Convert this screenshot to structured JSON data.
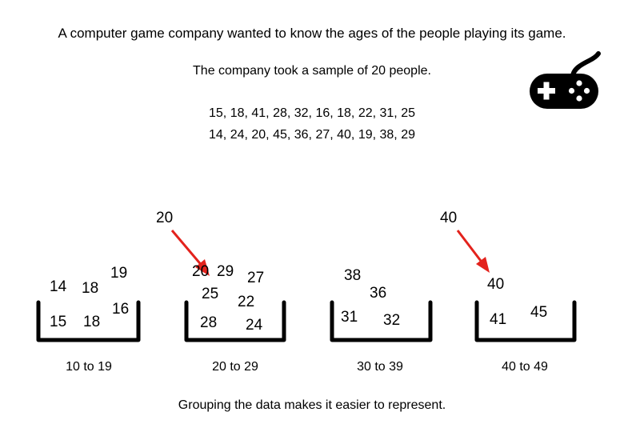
{
  "heading": "A computer game company wanted to know the ages of the people playing its game.",
  "sample_text": "The company took a sample of 20 people.",
  "data_lines": [
    "15, 18, 41, 28, 32, 16, 18, 22, 31, 25",
    "14, 24, 20, 45, 36, 27, 40, 19, 38, 29"
  ],
  "picked_values": [
    "20",
    "40"
  ],
  "buckets": [
    {
      "label": "10 to 19",
      "values": [
        "14",
        "18",
        "19",
        "15",
        "18",
        "16"
      ]
    },
    {
      "label": "20 to 29",
      "values": [
        "20",
        "29",
        "27",
        "25",
        "22",
        "28",
        "24"
      ]
    },
    {
      "label": "30 to 39",
      "values": [
        "38",
        "36",
        "31",
        "32"
      ]
    },
    {
      "label": "40 to 49",
      "values": [
        "40",
        "41",
        "45"
      ]
    }
  ],
  "footer": "Grouping the data makes it easier to represent.",
  "icons": {
    "controller": "game-controller-icon"
  },
  "colors": {
    "arrow": "#e3221c",
    "bucket": "#000000"
  }
}
